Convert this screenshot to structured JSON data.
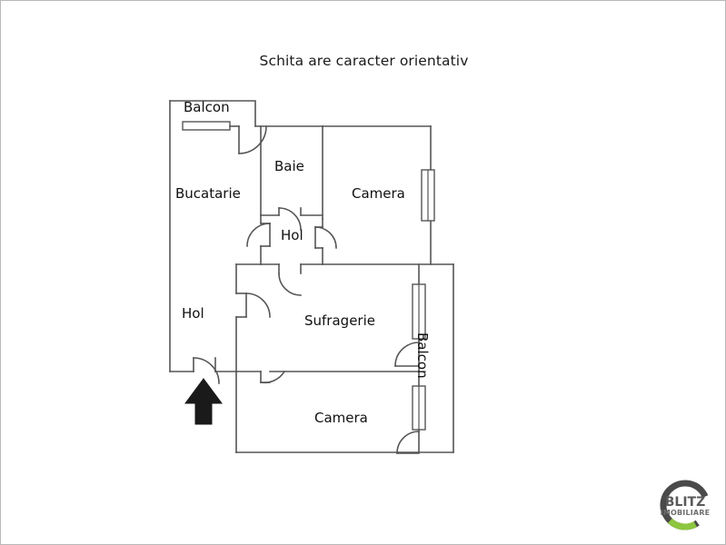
{
  "document": {
    "type": "floor-plan",
    "title": "Schita are caracter orientativ",
    "language": "ro"
  },
  "plan": {
    "title": "Schita are caracter orientativ",
    "rooms": [
      {
        "id": "balcon-top",
        "label": "Balcon",
        "orientation": "horizontal"
      },
      {
        "id": "bucatarie",
        "label": "Bucatarie",
        "orientation": "horizontal"
      },
      {
        "id": "baie",
        "label": "Baie",
        "orientation": "horizontal"
      },
      {
        "id": "camera-top",
        "label": "Camera",
        "orientation": "horizontal"
      },
      {
        "id": "hol-mid",
        "label": "Hol",
        "orientation": "horizontal"
      },
      {
        "id": "hol-left",
        "label": "Hol",
        "orientation": "horizontal"
      },
      {
        "id": "sufragerie",
        "label": "Sufragerie",
        "orientation": "horizontal"
      },
      {
        "id": "camera-bot",
        "label": "Camera",
        "orientation": "horizontal"
      },
      {
        "id": "balcon-side",
        "label": "Balcon",
        "orientation": "vertical"
      }
    ],
    "markers": {
      "entrance": "entrance-arrow"
    },
    "colors": {
      "wall": "#555555",
      "background": "#ffffff",
      "text": "#111111",
      "entrance_arrow": "#1a1a1a",
      "image_border": "#b9b9b9"
    }
  },
  "logo": {
    "name": "BLITZ IMOBILIARE",
    "line1": "BLITZ",
    "line2": "IMOBILIARE",
    "ring_color": "#4a4a4a",
    "accent_color": "#8dc63f",
    "text_color": "#5a5a5a"
  }
}
